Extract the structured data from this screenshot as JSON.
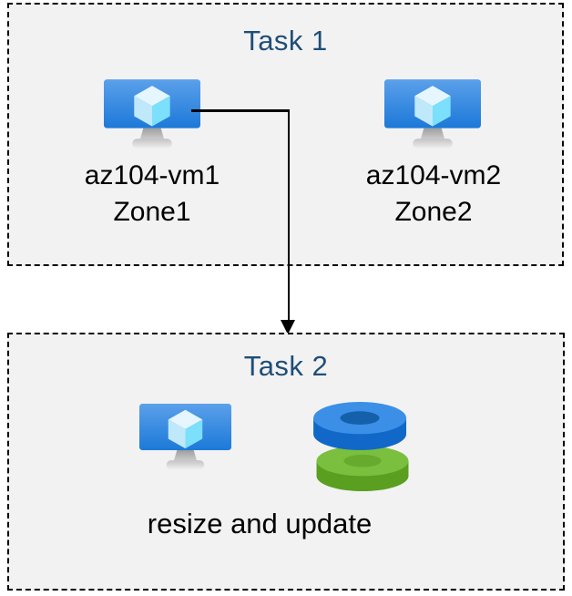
{
  "task1": {
    "title": "Task 1",
    "vms": [
      {
        "name": "az104-vm1",
        "zone": "Zone1"
      },
      {
        "name": "az104-vm2",
        "zone": "Zone2"
      }
    ]
  },
  "task2": {
    "title": "Task 2",
    "caption": "resize and update"
  },
  "connector": {
    "from": "az104-vm1",
    "to": "Task 2",
    "style": "elbow-arrow-down"
  },
  "icons": {
    "vm": "azure-virtual-machine-icon",
    "disks": "azure-managed-disks-icon"
  },
  "colors": {
    "box_fill": "#f2f2f2",
    "box_border": "#000000",
    "title_text": "#1f4e79",
    "body_text": "#000000",
    "vm_screen_top": "#5ba0ea",
    "vm_screen_bottom": "#1c79d8",
    "cube_top": "#e6f6fe",
    "cube_left": "#bfe9fb",
    "cube_right": "#7cdffc",
    "disk_blue_top": "#3b8fe6",
    "disk_blue_side": "#1168c8",
    "disk_blue_hole": "#1560ab",
    "disk_green_top": "#7abf3e",
    "disk_green_side": "#5a9f20",
    "disk_green_hole": "#66ab2e"
  }
}
